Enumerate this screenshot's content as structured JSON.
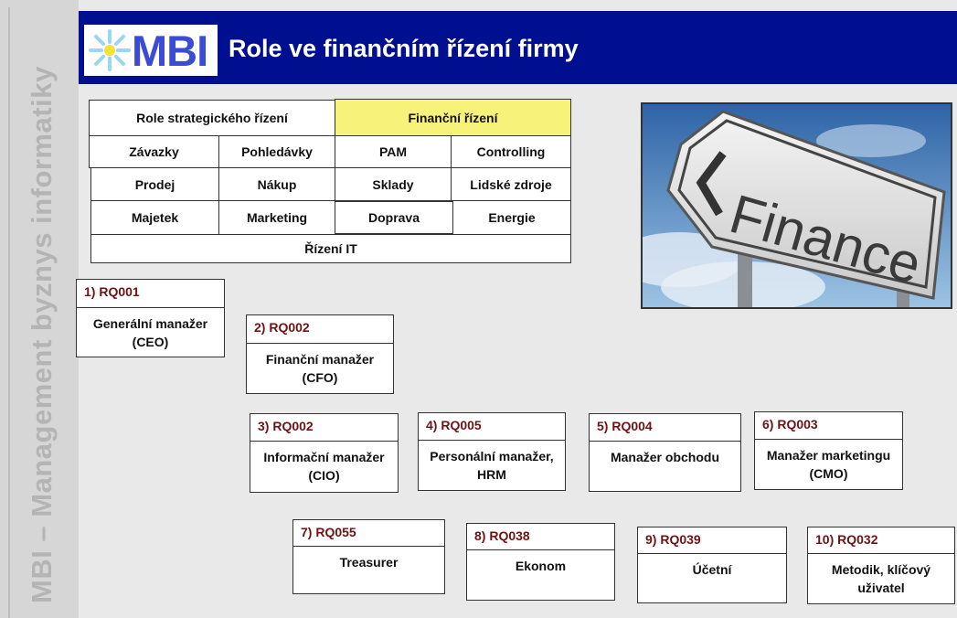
{
  "sidebar": {
    "vertical_text": "MBI – Management byznys informatiky"
  },
  "header": {
    "logo_text": "MBI",
    "title": "Role ve finančním řízení firmy"
  },
  "matrix": {
    "strategic_label": "Role strategického řízení",
    "financial_label": "Finanční řízení",
    "rows": [
      [
        "Závazky",
        "Pohledávky",
        "PAM",
        "Controlling"
      ],
      [
        "Prodej",
        "Nákup",
        "Sklady",
        "Lidské zdroje"
      ],
      [
        "Majetek",
        "Marketing",
        "Doprava",
        "Energie"
      ]
    ],
    "it_label": "Řízení IT"
  },
  "image": {
    "sign_text": "Finance"
  },
  "roles": [
    {
      "code": "1) RQ001",
      "name": "Generální manažer (CEO)"
    },
    {
      "code": "2) RQ002",
      "name": "Finanční manažer (CFO)"
    },
    {
      "code": "3) RQ002",
      "name": "Informační manažer (CIO)"
    },
    {
      "code": "4) RQ005",
      "name": "Personální manažer, HRM"
    },
    {
      "code": "5) RQ004",
      "name": "Manažer obchodu"
    },
    {
      "code": "6) RQ003",
      "name": "Manažer marketingu (CMO)"
    },
    {
      "code": "7) RQ055",
      "name": "Treasurer"
    },
    {
      "code": "8) RQ038",
      "name": "Ekonom"
    },
    {
      "code": "9) RQ039",
      "name": "Účetní"
    },
    {
      "code": "10) RQ032",
      "name": "Metodik, klíčový uživatel"
    }
  ],
  "colors": {
    "header_bg": "#000f8f",
    "highlight": "#f7f27a",
    "role_code": "#6e1213"
  }
}
